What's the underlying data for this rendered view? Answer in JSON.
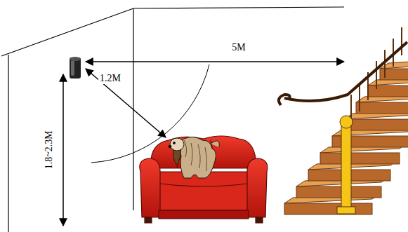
{
  "diagram": {
    "labels": [
      "5M",
      "1.2M",
      "1.8~2.3M"
    ]
  }
}
